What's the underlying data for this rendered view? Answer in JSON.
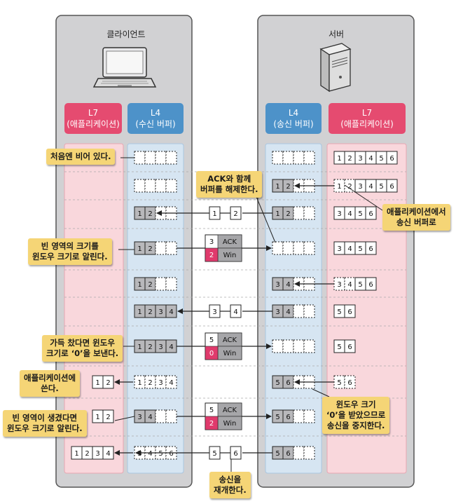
{
  "client": {
    "title": "클라이언트",
    "app_header": "L7\n(애플리케이션)",
    "buffer_header": "L4\n(수신 버퍼)"
  },
  "server": {
    "title": "서버",
    "buffer_header": "L4\n(송신 버퍼)",
    "app_header": "L7\n(애플리케이션)"
  },
  "colors": {
    "panel": "#d1d1d3",
    "app_col": "#f9d7dc",
    "buf_col": "#d6e5f2",
    "app_header": "#e54b70",
    "buf_header": "#4d92c9",
    "cell_filled": "#b8b8bb",
    "win_zero": "#e03a6c",
    "note": "#f5d576",
    "ack": "#a6a6a9"
  },
  "notes": {
    "empty_at_first": "처음엔 비어 있다.",
    "ack_release": "ACK와 함께\n버퍼를 해제한다.",
    "app_to_send_buffer": "애플리케이션에서\n송신 버퍼로",
    "free_space_window": "빈 영역의 크기를\n윈도우 크기로 알린다.",
    "full_window_zero": "가득 찼다면 윈도우\n크기로 ‘0’을 보낸다.",
    "write_to_app": "애플리케이션에\n쓴다.",
    "window_zero_stop": "윈도우 크기\n‘0’을 받았으므로\n송신을 중지한다.",
    "space_freed": "빈 영역이 생겼다면\n윈도우 크기로 알린다.",
    "resume": "송신을\n재개한다."
  },
  "ack_label": "ACK",
  "win_label": "Win",
  "rows": [
    {
      "client_app": [],
      "client_buf": [
        "",
        "",
        "",
        ""
      ],
      "client_filled": 0,
      "msg": null,
      "server_buf": [
        "",
        "",
        "",
        ""
      ],
      "server_filled": 0,
      "server_app": [
        "1",
        "2",
        "3",
        "4",
        "5",
        "6"
      ],
      "server_app_dashed": 0
    },
    {
      "client_app": [],
      "client_buf": [
        "",
        "",
        "",
        ""
      ],
      "client_filled": 0,
      "msg": null,
      "server_buf": [
        "1",
        "2",
        "",
        ""
      ],
      "server_filled": 2,
      "server_app": [
        "1",
        "2",
        "3",
        "4",
        "5",
        "6"
      ],
      "server_app_dashed": 2
    },
    {
      "client_app": [],
      "client_buf": [
        "1",
        "2",
        "",
        ""
      ],
      "client_filled": 2,
      "msg": {
        "kind": "data",
        "values": [
          "1",
          "2"
        ]
      },
      "server_buf": [
        "1",
        "2",
        "",
        ""
      ],
      "server_filled": 2,
      "server_app": [
        "3",
        "4",
        "5",
        "6"
      ],
      "server_app_dashed": 0
    },
    {
      "client_app": [],
      "client_buf": [
        "1",
        "2",
        "",
        ""
      ],
      "client_filled": 2,
      "msg": {
        "kind": "ack",
        "ack": "3",
        "win": "2"
      },
      "server_buf": [
        "",
        "",
        "",
        ""
      ],
      "server_filled": 0,
      "server_app": [
        "3",
        "4",
        "5",
        "6"
      ],
      "server_app_dashed": 0
    },
    {
      "client_app": [],
      "client_buf": [
        "1",
        "2",
        "",
        ""
      ],
      "client_filled": 2,
      "msg": null,
      "server_buf": [
        "3",
        "4",
        "",
        ""
      ],
      "server_filled": 2,
      "server_app": [
        "3",
        "4",
        "5",
        "6"
      ],
      "server_app_dashed": 2
    },
    {
      "client_app": [],
      "client_buf": [
        "1",
        "2",
        "3",
        "4"
      ],
      "client_filled": 4,
      "msg": {
        "kind": "data",
        "values": [
          "3",
          "4"
        ]
      },
      "server_buf": [
        "3",
        "4",
        "",
        ""
      ],
      "server_filled": 2,
      "server_app": [
        "5",
        "6"
      ],
      "server_app_dashed": 0
    },
    {
      "client_app": [],
      "client_buf": [
        "1",
        "2",
        "3",
        "4"
      ],
      "client_filled": 4,
      "msg": {
        "kind": "ack",
        "ack": "5",
        "win": "0"
      },
      "server_buf": [
        "",
        "",
        "",
        ""
      ],
      "server_filled": 0,
      "server_app": [
        "5",
        "6"
      ],
      "server_app_dashed": 0
    },
    {
      "client_app": [
        "1",
        "2"
      ],
      "client_buf": [
        "1",
        "2",
        "3",
        "4"
      ],
      "client_filled": 0,
      "msg": null,
      "server_buf": [
        "5",
        "6",
        "",
        ""
      ],
      "server_filled": 2,
      "server_app": [
        "5",
        "6"
      ],
      "server_app_dashed": 2
    },
    {
      "client_app": [
        "1",
        "2"
      ],
      "client_buf": [
        "3",
        "4",
        "",
        ""
      ],
      "client_filled": 2,
      "msg": {
        "kind": "ack",
        "ack": "5",
        "win": "2"
      },
      "server_buf": [
        "5",
        "6",
        "",
        ""
      ],
      "server_filled": 2,
      "server_app": [],
      "server_app_dashed": 0
    },
    {
      "client_app": [
        "1",
        "2",
        "3",
        "4"
      ],
      "client_buf": [
        "3",
        "4",
        "5",
        "6"
      ],
      "client_filled": 0,
      "msg": {
        "kind": "data",
        "values": [
          "5",
          "6"
        ]
      },
      "server_buf": [
        "5",
        "6",
        "",
        ""
      ],
      "server_filled": 2,
      "server_app": [],
      "server_app_dashed": 0
    }
  ]
}
